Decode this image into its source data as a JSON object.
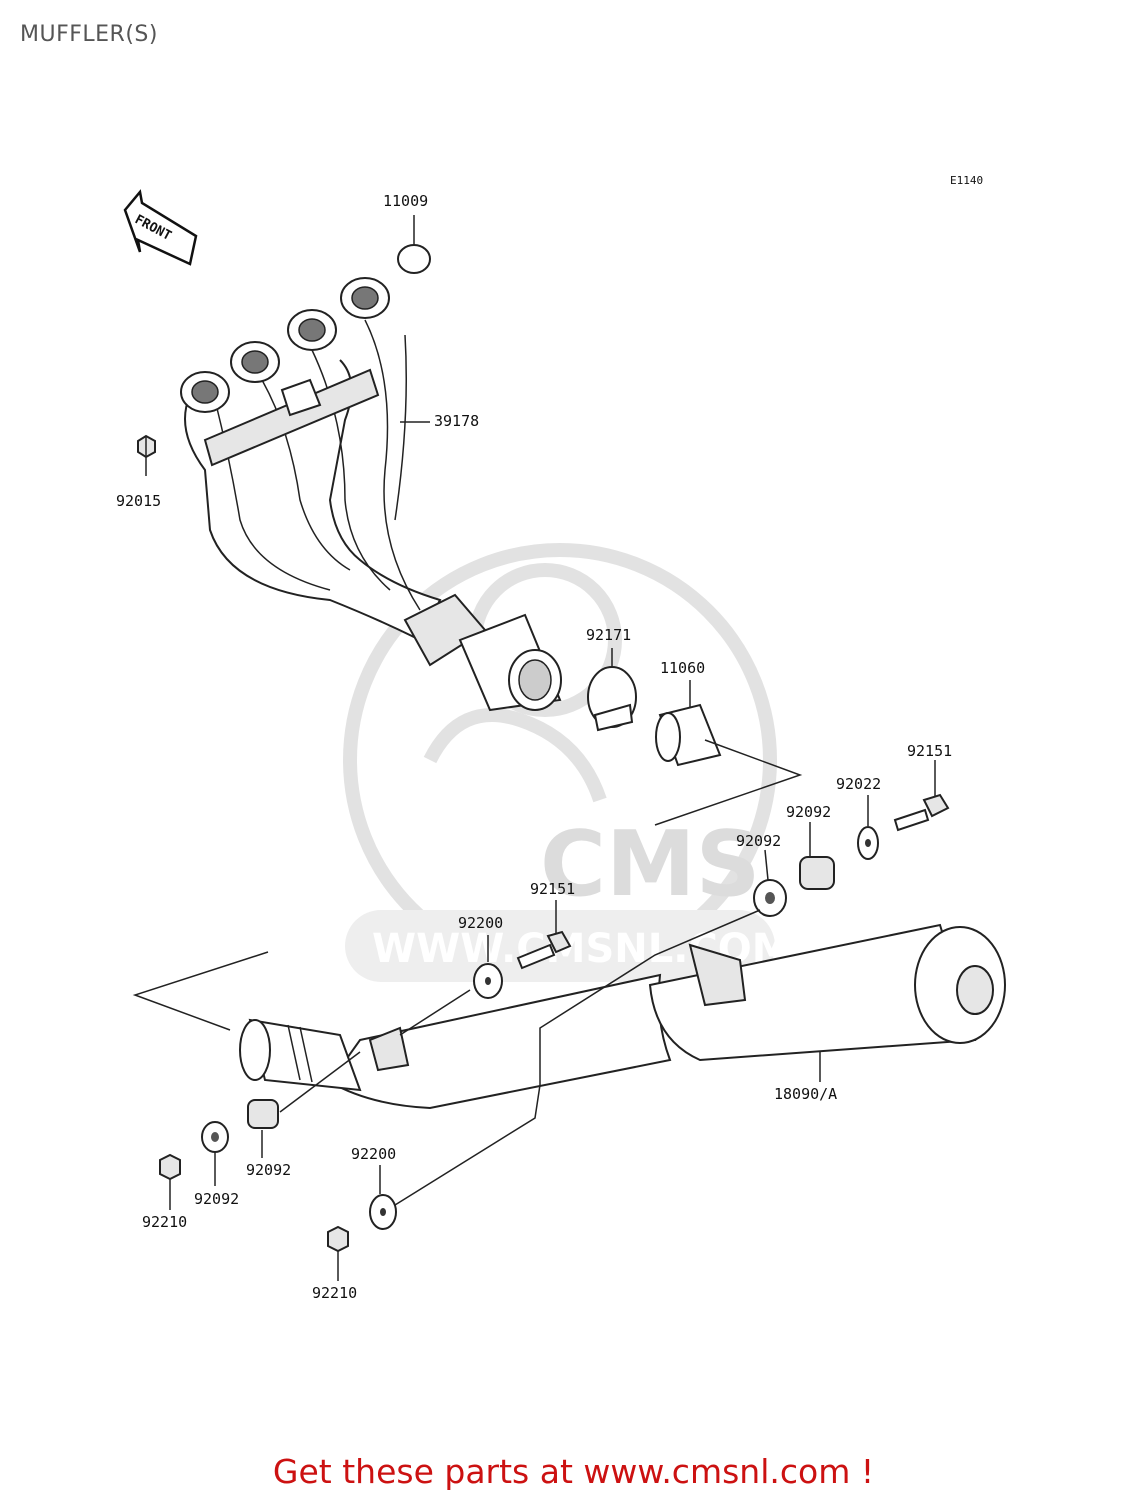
{
  "page": {
    "title": "MUFFLER(S)",
    "diagram_code": "E1140",
    "front_arrow_label": "FRONT",
    "watermark_brand": "CMS",
    "watermark_url": "WWW.CMSNL.COM",
    "promo_text": "Get these parts at www.cmsnl.com !"
  },
  "colors": {
    "promo": "#cc1111",
    "title": "#555555",
    "watermark": "#dcdcdc"
  },
  "parts": [
    {
      "id": "11009"
    },
    {
      "id": "39178"
    },
    {
      "id": "92015"
    },
    {
      "id": "92171"
    },
    {
      "id": "11060"
    },
    {
      "id": "92151"
    },
    {
      "id": "92022"
    },
    {
      "id": "92092"
    },
    {
      "id": "92092"
    },
    {
      "id": "92151"
    },
    {
      "id": "92200"
    },
    {
      "id": "18090/A"
    },
    {
      "id": "92092"
    },
    {
      "id": "92092"
    },
    {
      "id": "92200"
    },
    {
      "id": "92210"
    },
    {
      "id": "92210"
    }
  ]
}
